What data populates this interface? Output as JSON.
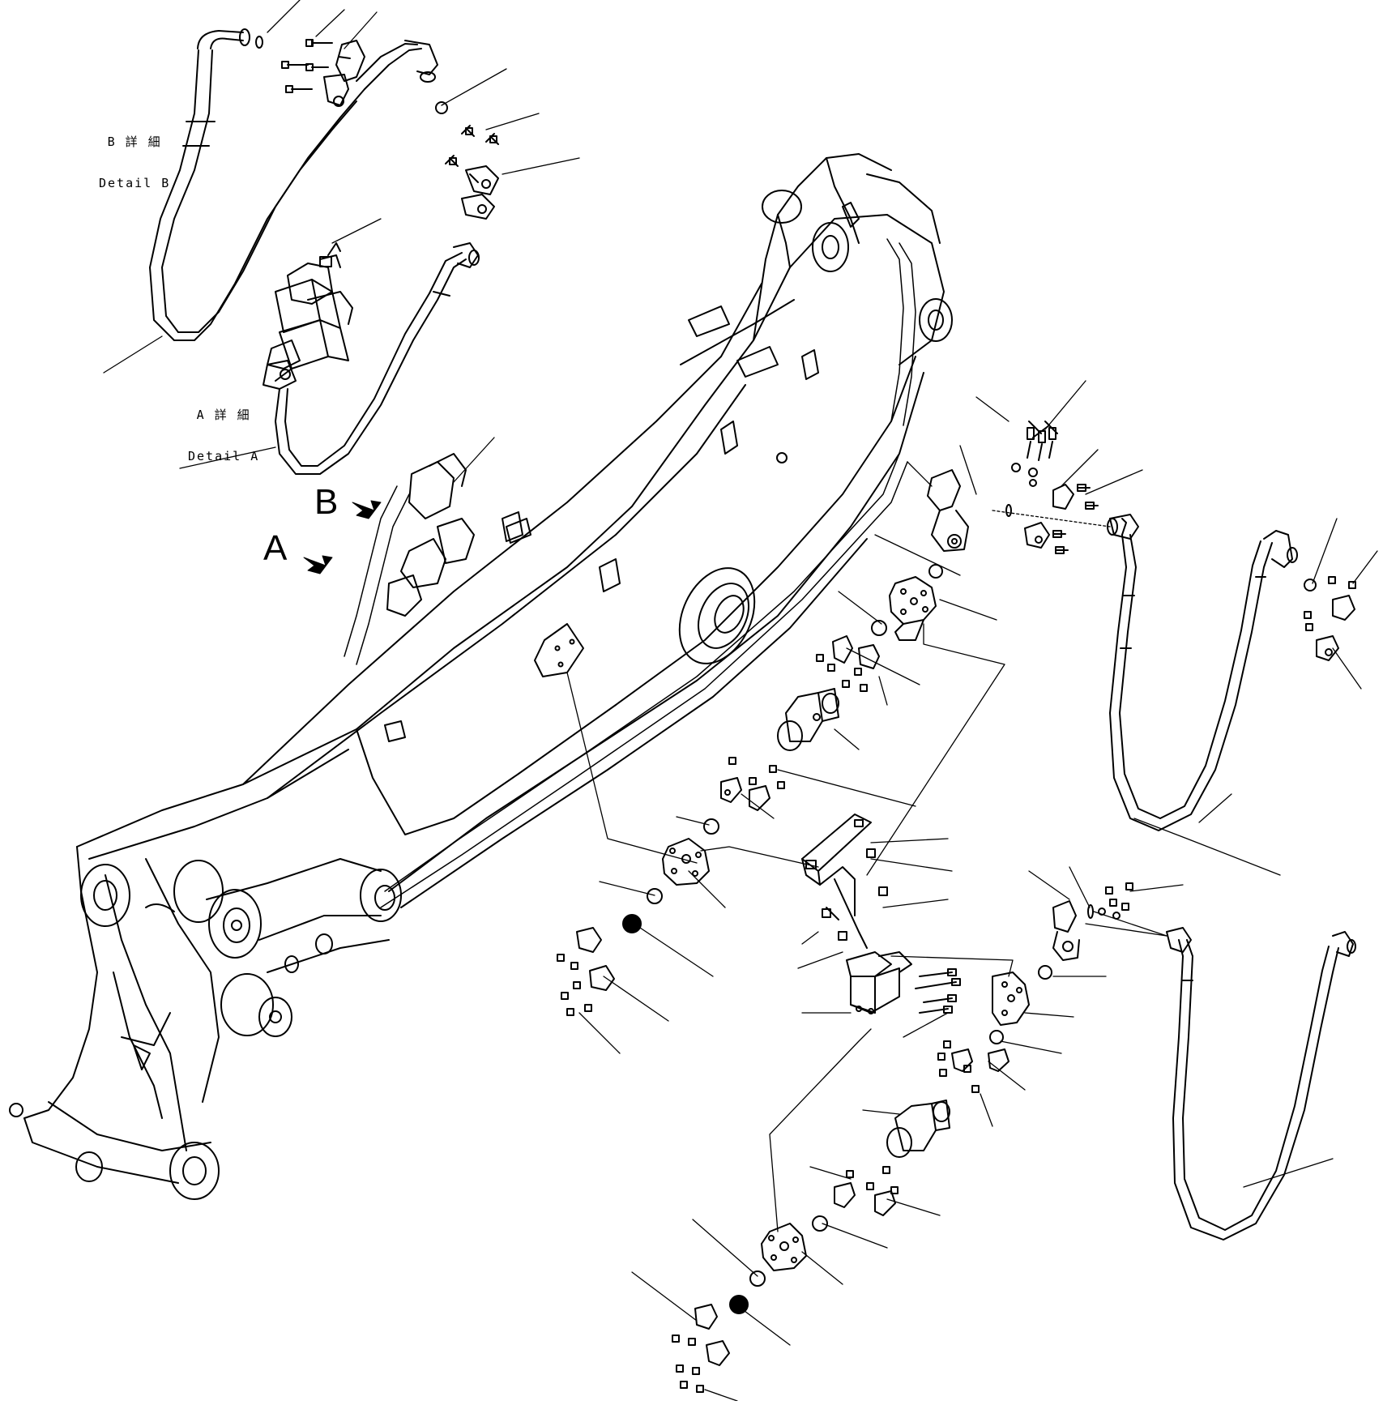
{
  "detail_b": {
    "jp": "B 詳 細",
    "en": "Detail B"
  },
  "detail_a": {
    "jp": "A 詳 細",
    "en": "Detail A"
  },
  "view_b": "B",
  "view_a": "A"
}
